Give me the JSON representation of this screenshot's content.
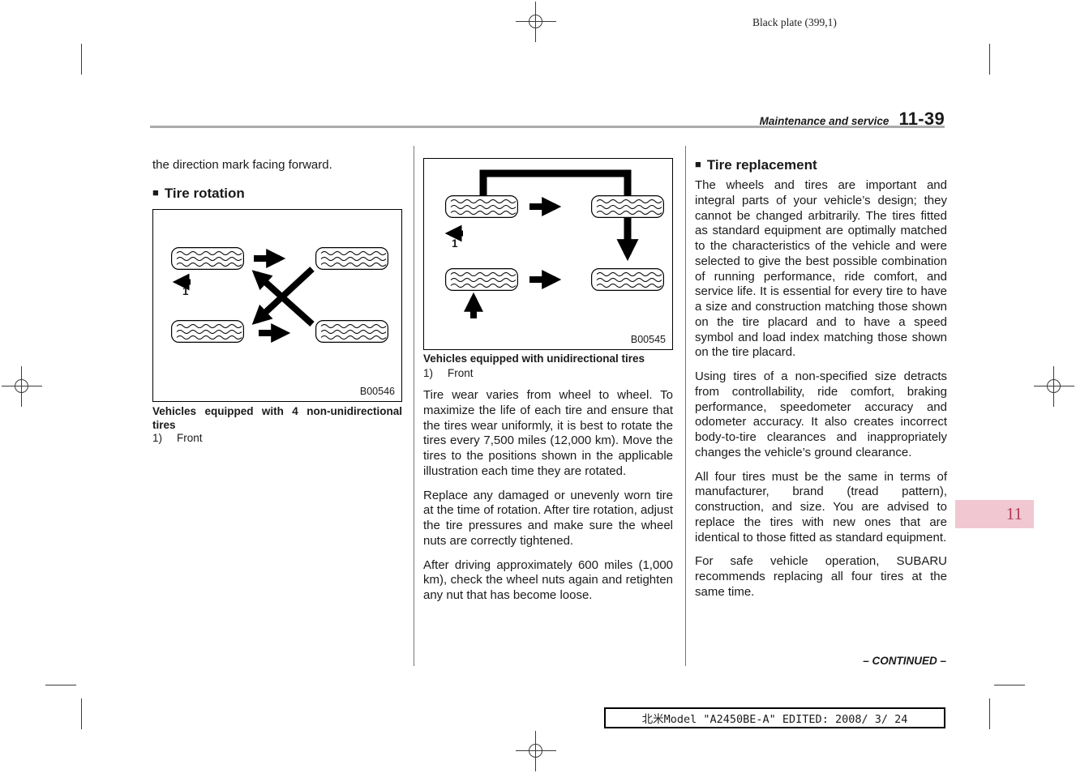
{
  "meta": {
    "plate_note": "Black plate (399,1)",
    "footer_text": "北米Model \"A2450BE-A\" EDITED: 2008/ 3/ 24",
    "tab_number": "11",
    "continued_label": "– CONTINUED –"
  },
  "header": {
    "section_title": "Maintenance and service",
    "page_number": "11-39"
  },
  "tire_rotation": {
    "intro_text": "the direction mark facing forward.",
    "heading_bullet": "■",
    "heading": "Tire rotation",
    "figure1": {
      "code": "B00546",
      "front_marker": "1",
      "caption": "Vehicles equipped with 4 non-unidirectional tires",
      "legend_key": "1)",
      "legend_value": "Front"
    },
    "figure2": {
      "code": "B00545",
      "front_marker": "1",
      "caption": "Vehicles equipped with unidirectional tires",
      "legend_key": "1)",
      "legend_value": "Front"
    },
    "paragraphs": [
      "Tire wear varies from wheel to wheel. To maximize the life of each tire and ensure that the tires wear uniformly, it is best to rotate the tires every 7,500 miles (12,000 km). Move the tires to the positions shown in the applicable illustration each time they are rotated.",
      "Replace any damaged or unevenly worn tire at the time of rotation. After tire rotation, adjust the tire pressures and make sure the wheel nuts are correctly tightened.",
      "After driving approximately 600 miles (1,000 km), check the wheel nuts again and retighten any nut that has become loose."
    ]
  },
  "tire_replacement": {
    "heading_bullet": "■",
    "heading": "Tire replacement",
    "paragraphs": [
      "The wheels and tires are important and integral parts of your vehicle’s design; they cannot be changed arbitrarily. The tires fitted as standard equipment are optimally matched to the characteristics of the vehicle and were selected to give the best possible combination of running performance, ride comfort, and service life. It is essential for every tire to have a size and construction matching those shown on the tire placard and to have a speed symbol and load index matching those shown on the tire placard.",
      "Using tires of a non-specified size detracts from controllability, ride comfort, braking performance, speedometer accuracy and odometer accuracy. It also creates incorrect body-to-tire clearances and inappropriately changes the vehicle’s ground clearance.",
      "All four tires must be the same in terms of manufacturer, brand (tread pattern), construction, and size. You are advised to replace the tires with new ones that are identical to those fitted as standard equipment.",
      "For safe vehicle operation, SUBARU recommends replacing all four tires at the same time."
    ]
  }
}
